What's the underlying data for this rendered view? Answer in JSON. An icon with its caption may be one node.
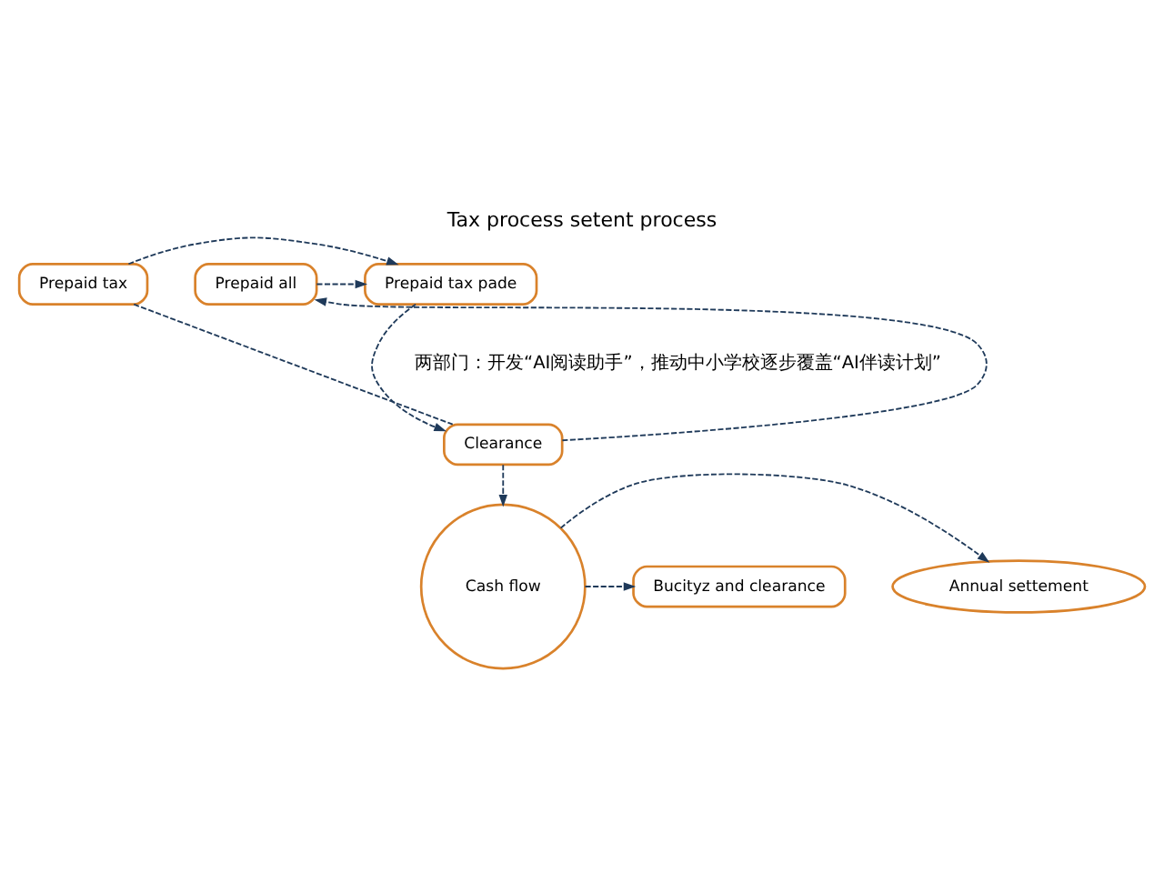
{
  "diagram": {
    "title": "Tax process setent process",
    "nodes": [
      {
        "text": [
          "Prepaid tax"
        ]
      },
      {
        "text": [
          "Prepaid tax pade"
        ]
      },
      {
        "text": [
          "Prepaid all"
        ]
      },
      {
        "text": [
          "Clearance"
        ]
      },
      {
        "text": [
          "Annual settement"
        ]
      },
      {
        "text": [
          "Cash flow"
        ]
      },
      {
        "text": [
          "Bucityz and clearance"
        ]
      }
    ],
    "edges": [
      {
        "from": 0,
        "to": 1,
        "arrow": "to",
        "style": "dashed"
      },
      {
        "from": 2,
        "to": 1,
        "arrow": "to",
        "style": "dashed"
      },
      {
        "from": 1,
        "to": 3,
        "arrow": "to",
        "style": "dashed"
      },
      {
        "from": 0,
        "to": 3,
        "arrow": "none",
        "style": "dashed"
      },
      {
        "from": 3,
        "to": 2,
        "arrow": "to",
        "style": "dashed"
      },
      {
        "from": 3,
        "to": 5,
        "arrow": "to",
        "style": "dashed"
      },
      {
        "from": 5,
        "to": 4,
        "arrow": "to",
        "style": "dashed"
      },
      {
        "from": 5,
        "to": 6,
        "arrow": "to",
        "style": "dashed"
      }
    ],
    "labels": [
      "两部门：开发“AI阅读助手”，推动中小学校逐步覆盖“AI伴读计划”"
    ]
  }
}
